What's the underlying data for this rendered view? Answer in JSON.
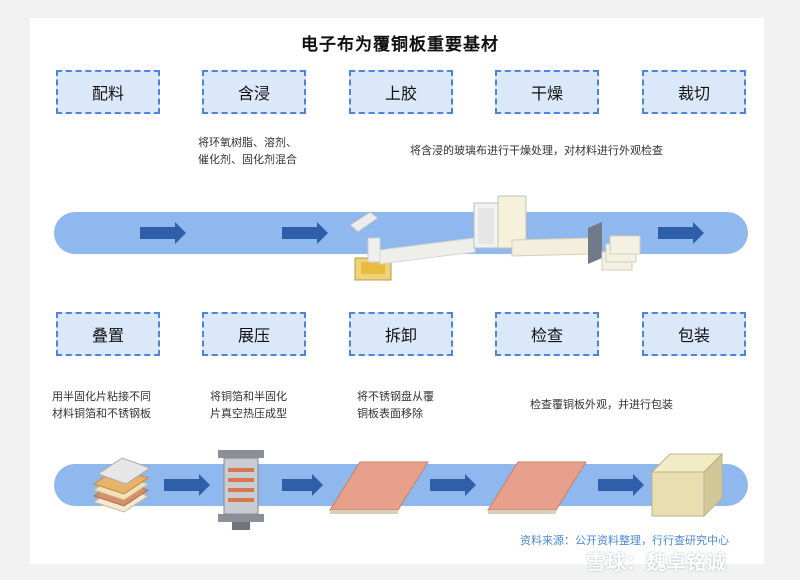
{
  "title": "电子布为覆铜板重要基材",
  "row1": {
    "steps": [
      "配料",
      "含浸",
      "上胶",
      "干燥",
      "裁切"
    ],
    "descriptions": {
      "impregnate": "将环氧树脂、溶剂、\n催化剂、固化剂混合",
      "dry": "将含浸的玻璃布进行干燥处理，对材料进行外观检查"
    }
  },
  "row2": {
    "steps": [
      "叠置",
      "展压",
      "拆卸",
      "检查",
      "包装"
    ],
    "descriptions": {
      "stack": "用半固化片粘接不同\n材料铜箔和不锈钢板",
      "press": "将铜箔和半固化\n片真空热压成型",
      "disassemble": "将不锈钢盘从覆\n铜板表面移除",
      "inspect": "检查覆铜板外观，并进行包装"
    }
  },
  "source": "资料来源：公开资料整理，行行查研究中心",
  "watermark": "雪球：魏卓铭诚",
  "colors": {
    "box_fill": "#dbe8fa",
    "box_border": "#4d86d8",
    "band": "#8fb8ef",
    "arrow": "#2f5fa8",
    "source_text": "#4a8ad0"
  }
}
